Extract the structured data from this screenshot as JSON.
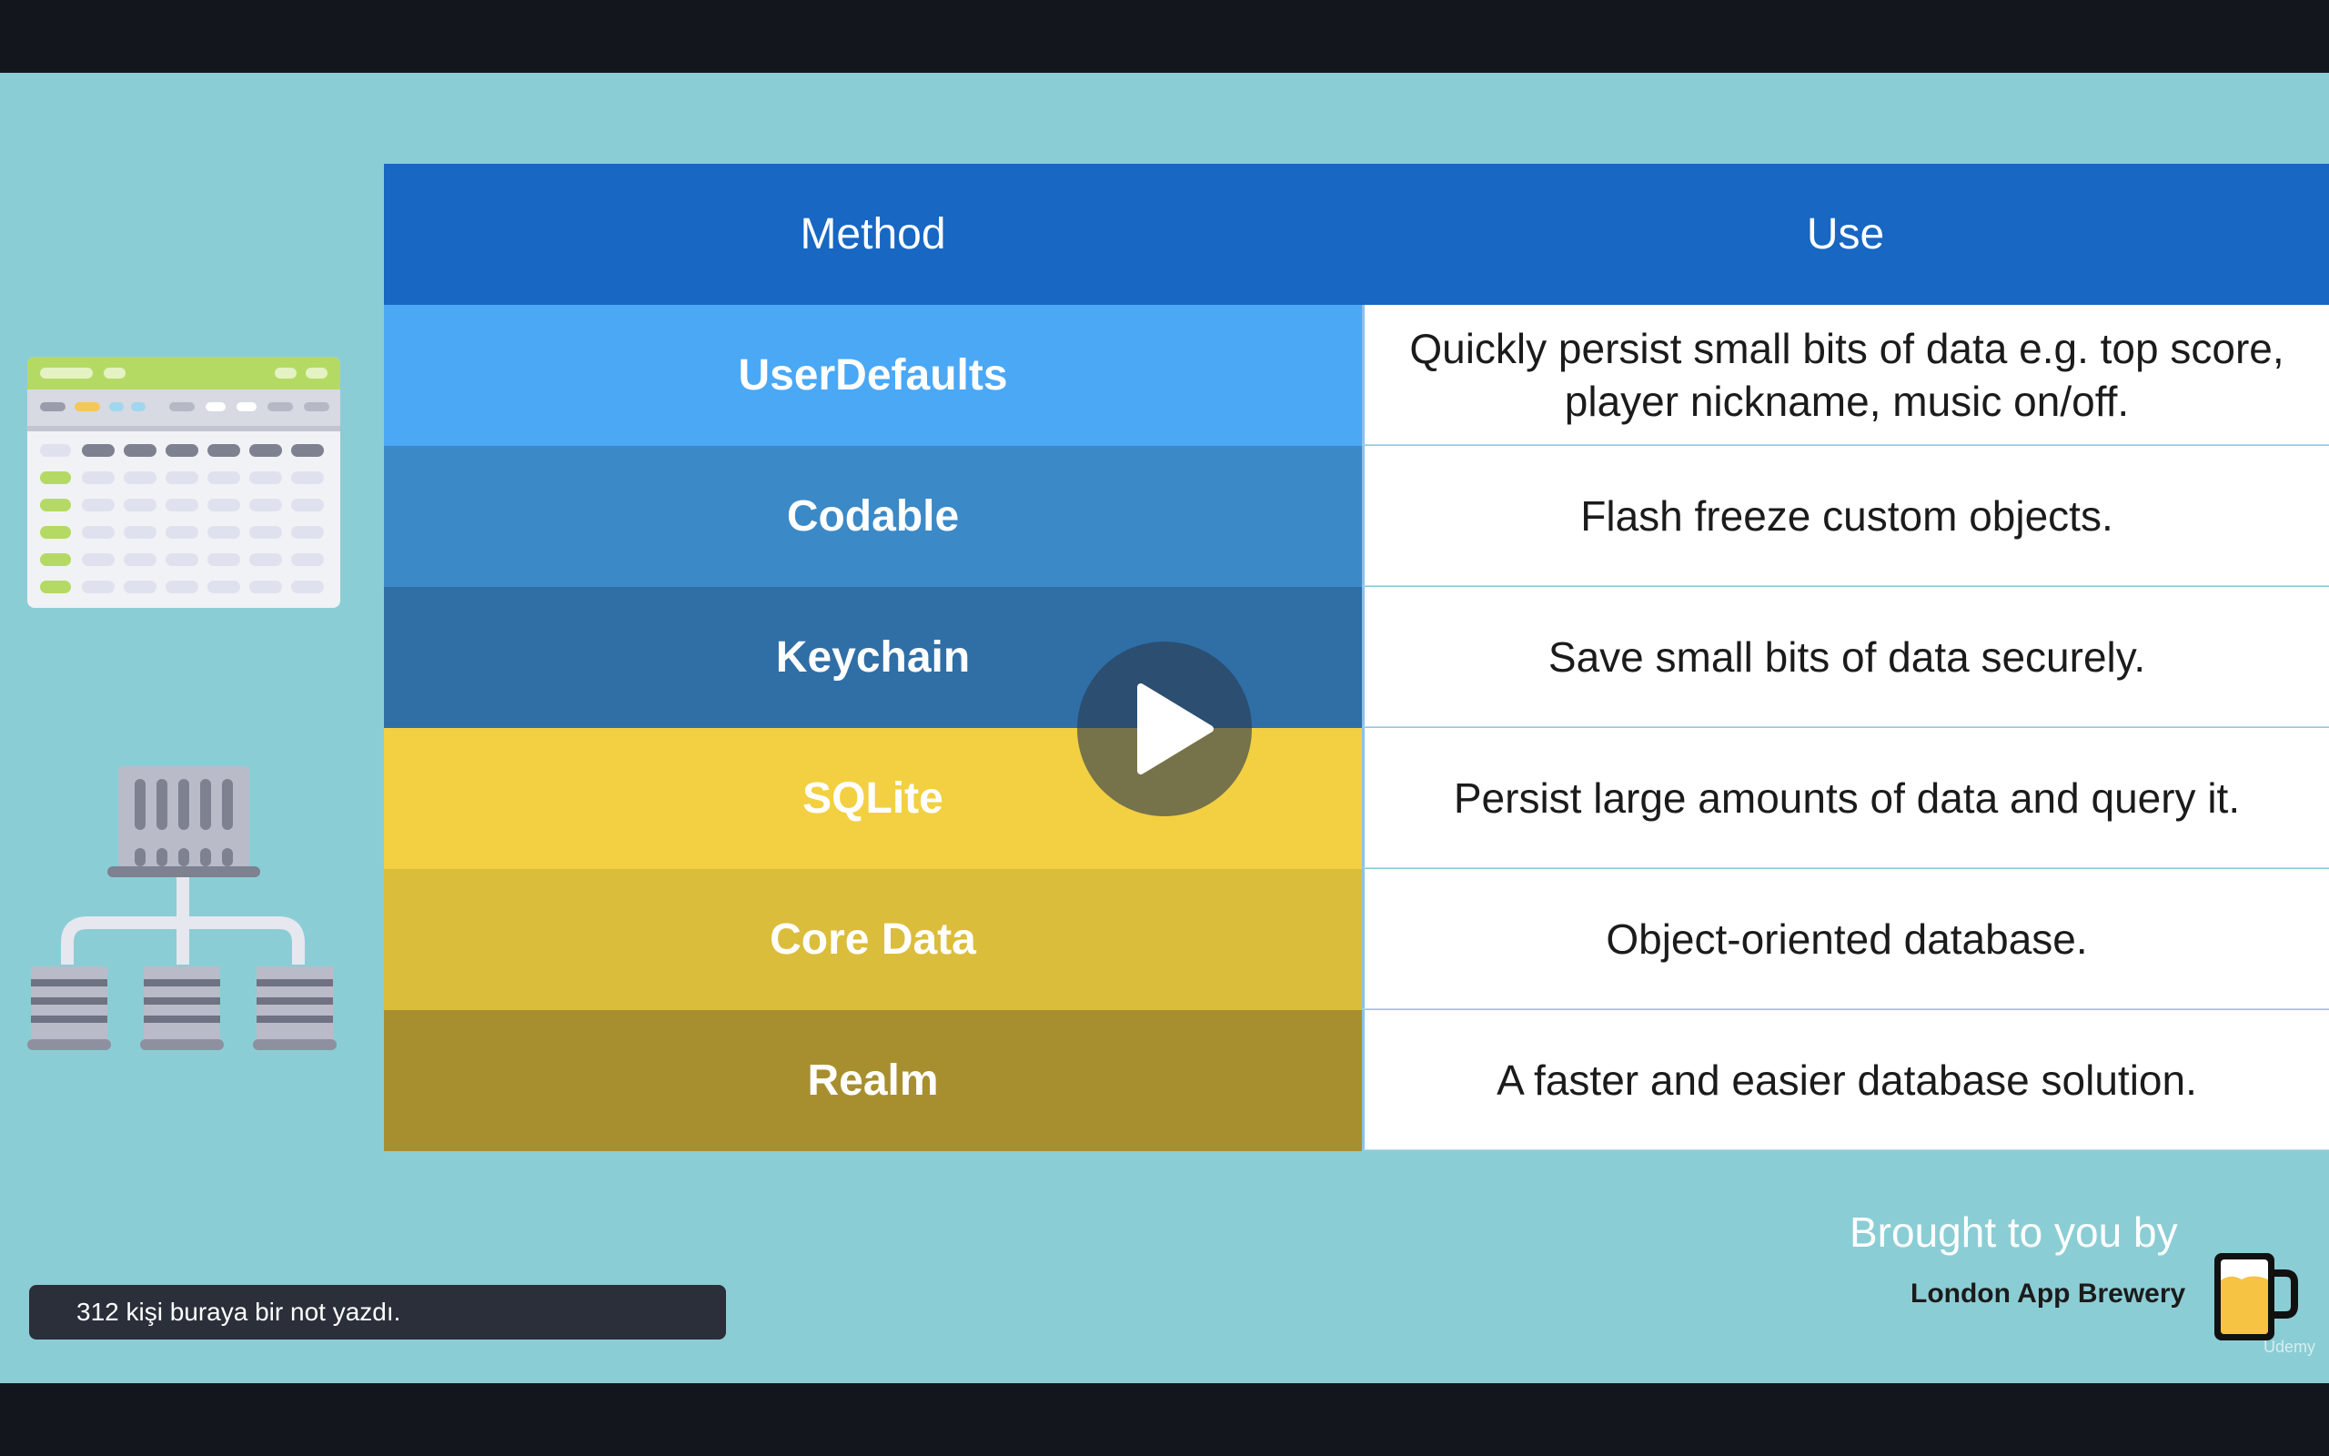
{
  "table": {
    "headers": {
      "method": "Method",
      "use": "Use"
    },
    "rows": [
      {
        "method": "UserDefaults",
        "use": "Quickly persist small bits of data e.g. top score, player nickname, music on/off.",
        "color": "#4aa8f5"
      },
      {
        "method": "Codable",
        "use": "Flash freeze custom objects.",
        "color": "#3b89c6"
      },
      {
        "method": "Keychain",
        "use": "Save small bits of data securely.",
        "color": "#306ea6"
      },
      {
        "method": "SQLite",
        "use": "Persist large amounts of data and query it.",
        "color": "#f3d041"
      },
      {
        "method": "Core Data",
        "use": "Object-oriented database.",
        "color": "#dbbd3c"
      },
      {
        "method": "Realm",
        "use": "A faster and easier database solution.",
        "color": "#a78f30"
      }
    ]
  },
  "branding": {
    "brought": "Brought to you by",
    "brand": "London App Brewery",
    "platform": "Udemy"
  },
  "note": {
    "text": "312 kişi buraya bir not yazdı."
  },
  "icons": {
    "play": "play-icon",
    "spreadsheet": "spreadsheet-icon",
    "database_network": "database-network-icon",
    "mug": "beer-mug-icon"
  },
  "colors": {
    "slide_bg": "#8bcdd5",
    "header_bg": "#1767c3",
    "letterbox": "#13171d"
  }
}
